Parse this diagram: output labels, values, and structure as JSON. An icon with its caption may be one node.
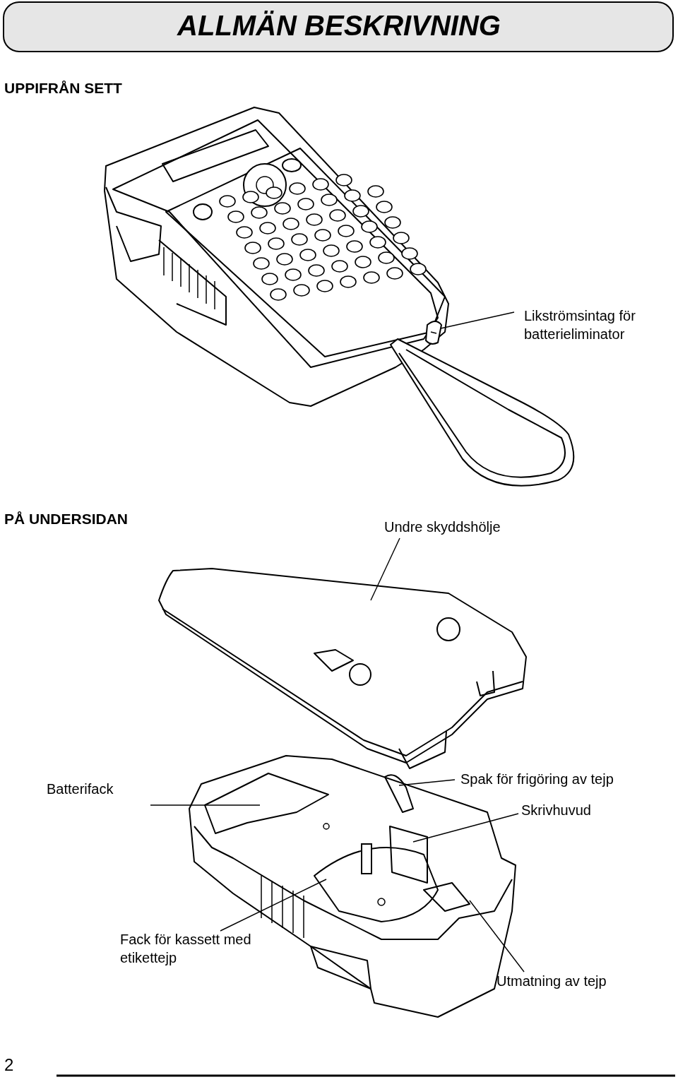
{
  "diagram": {
    "title": "ALLMÄN BESKRIVNING",
    "nodes": [
      {
        "text": [
          "Likströmsintag för batterieliminator"
        ]
      },
      {
        "text": [
          "Undre skyddshölje"
        ]
      },
      {
        "text": [
          "Batterifack"
        ]
      },
      {
        "text": [
          "Spak för frigöring av tejp"
        ]
      },
      {
        "text": [
          "Skrivhuvud"
        ]
      },
      {
        "text": [
          "Fack för kassett med etikettejp"
        ]
      },
      {
        "text": [
          "Utmatning av tejp"
        ]
      },
      {
        "text": [],
        "shape": "picture"
      },
      {
        "text": [],
        "shape": "picture"
      }
    ],
    "edges": [
      {
        "from": 0,
        "to": 8,
        "arrow": "none"
      },
      {
        "from": 1,
        "to": 7,
        "arrow": "none"
      },
      {
        "from": 2,
        "to": null,
        "arrow": "none"
      },
      {
        "from": 3,
        "to": null,
        "arrow": "none"
      },
      {
        "from": 4,
        "to": null,
        "arrow": "none"
      },
      {
        "from": 5,
        "to": null,
        "arrow": "none"
      },
      {
        "from": 6,
        "to": null,
        "arrow": "none"
      }
    ],
    "labels": [
      "UPPIFRÅN SETT",
      "PÅ UNDERSIDAN",
      "2"
    ]
  }
}
